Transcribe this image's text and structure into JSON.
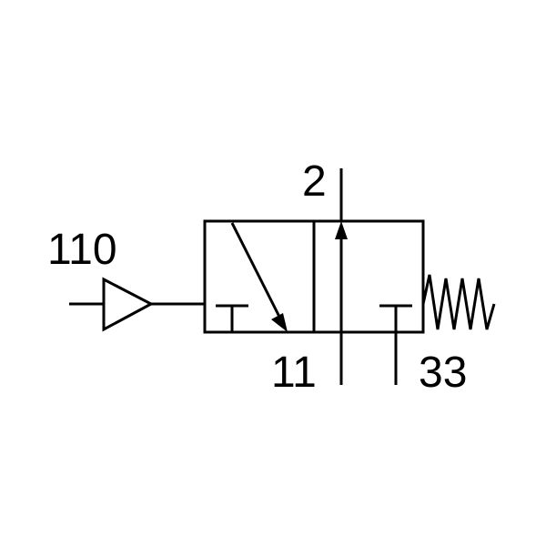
{
  "colors": {
    "line": "#000000",
    "background": "#ffffff"
  },
  "labels": {
    "pilot_port": "110",
    "outlet_port": "2",
    "supply_port": "11",
    "exhaust_port": "33"
  }
}
